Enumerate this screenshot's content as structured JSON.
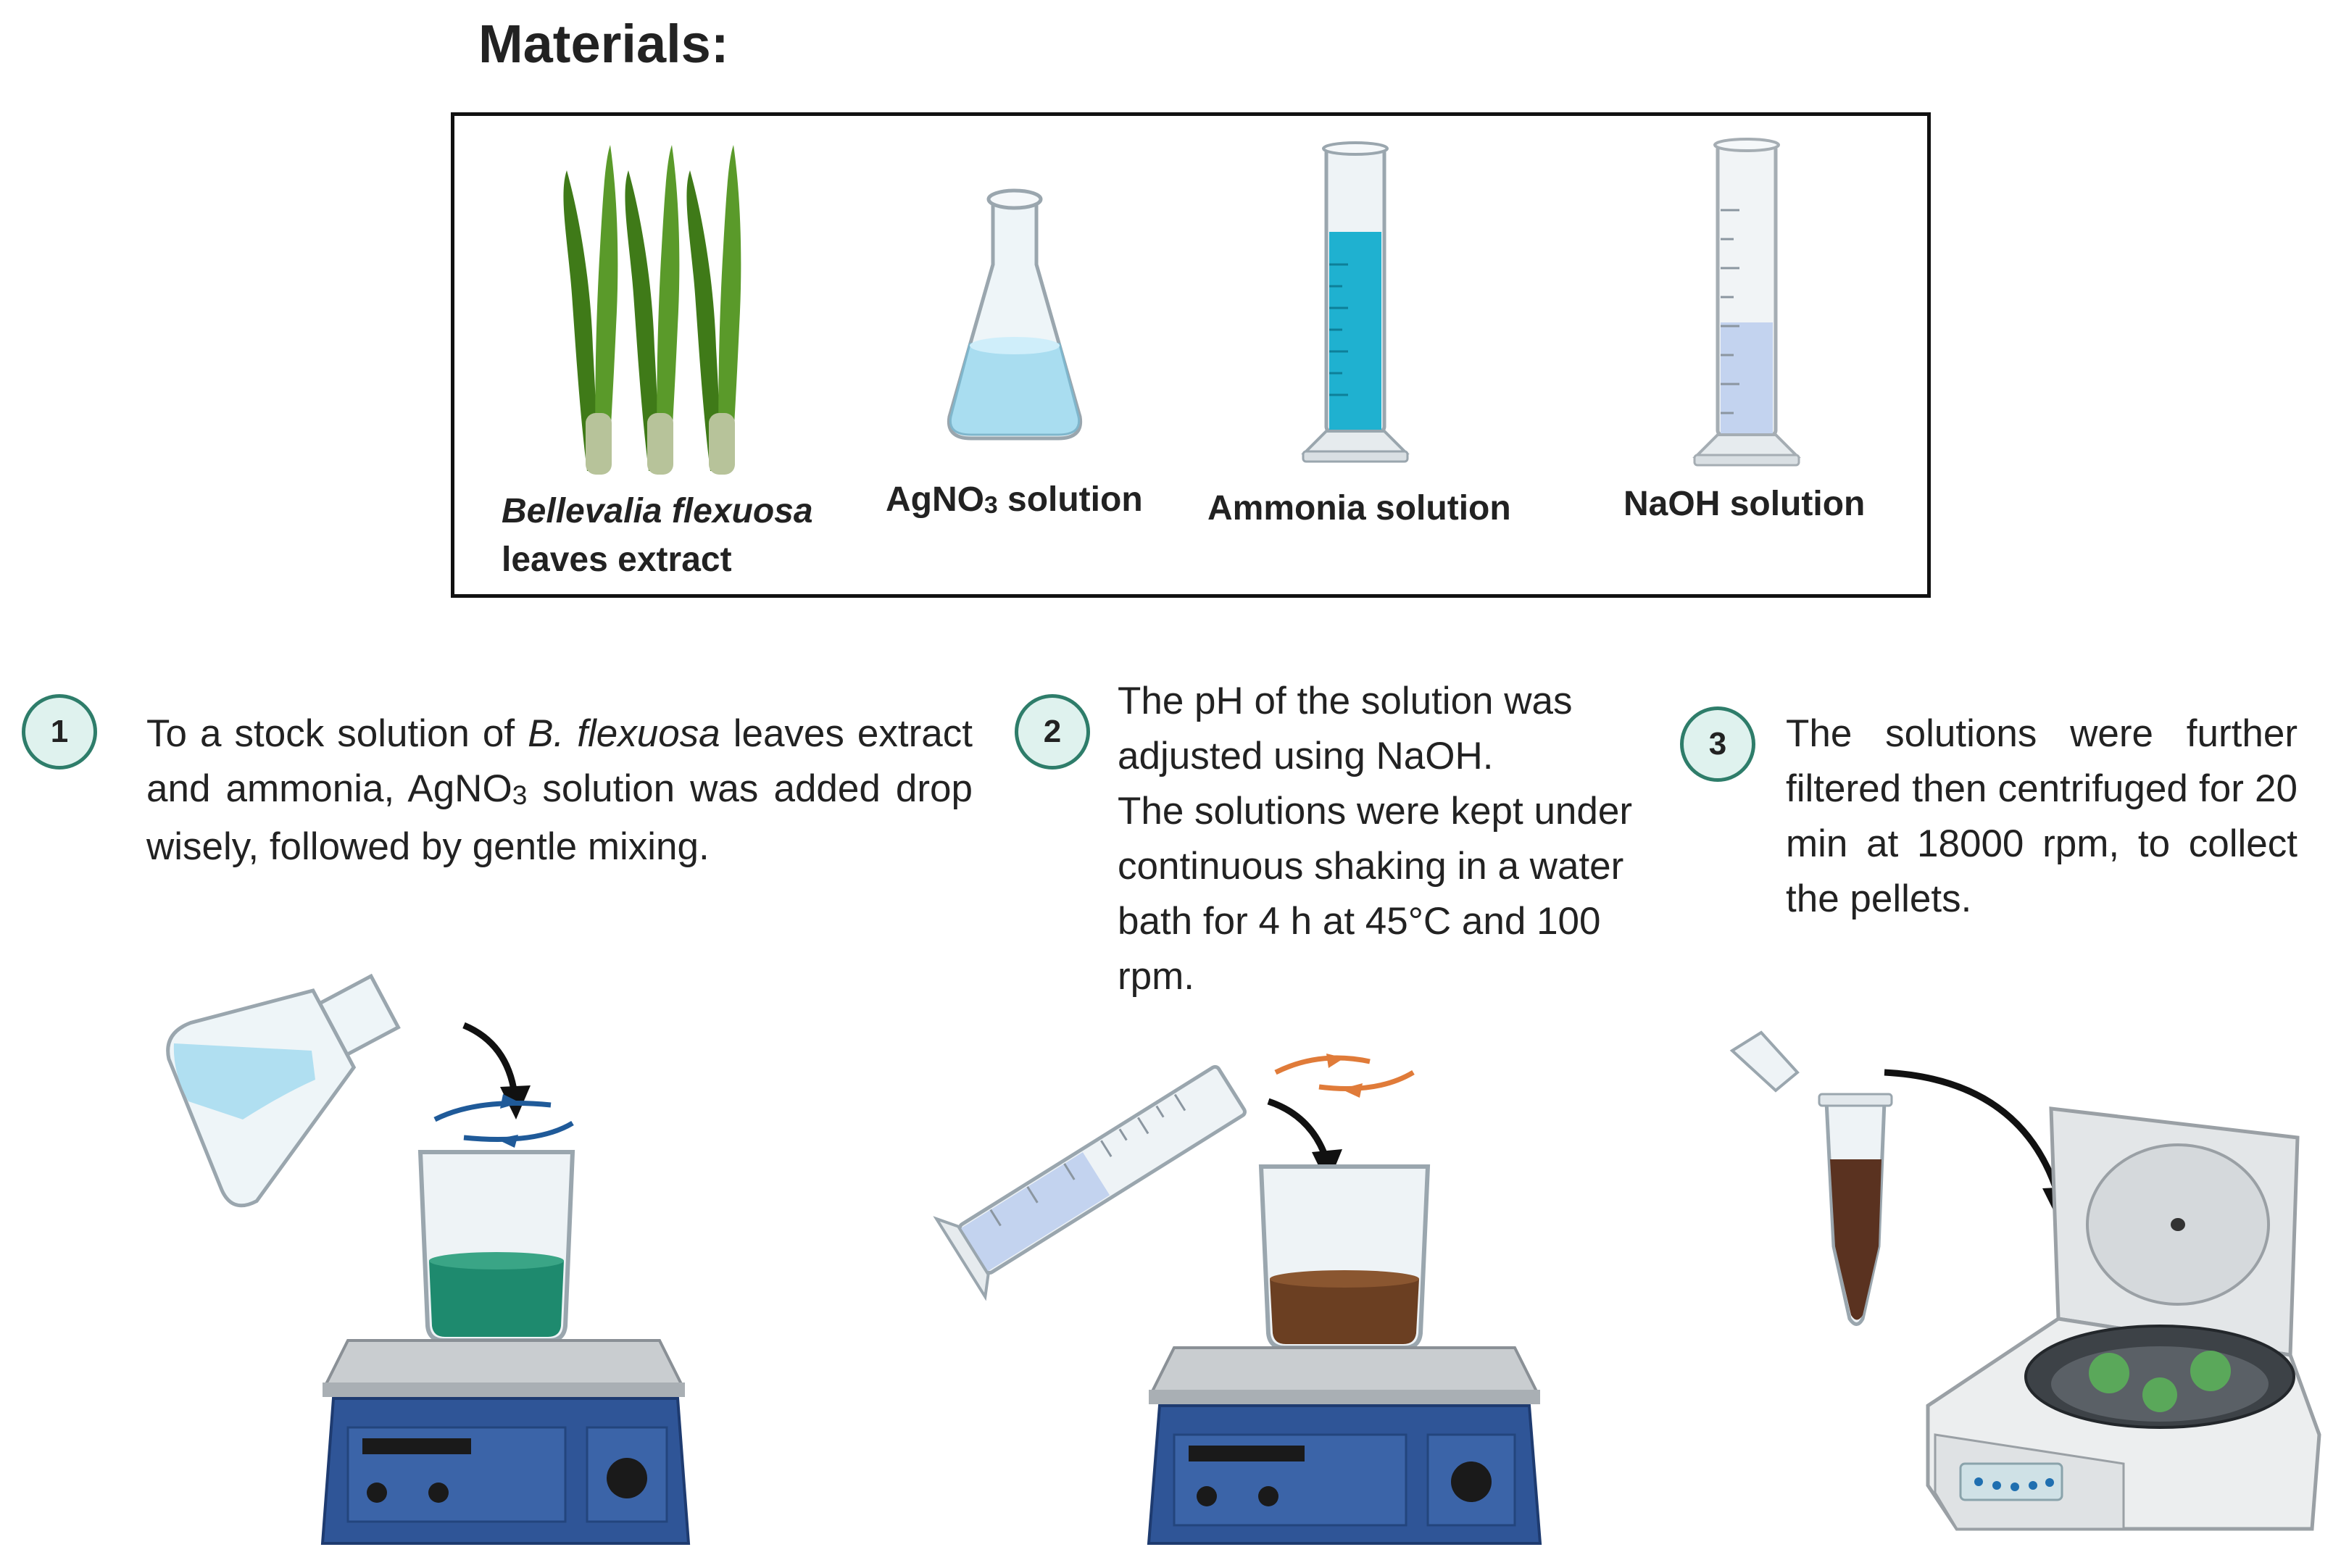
{
  "materials": {
    "title": "Materials:",
    "items": [
      {
        "name_italic": "Bellevalia flexuosa",
        "name_rest": "leaves extract"
      },
      {
        "formula_main": "AgNO",
        "formula_sub": "3",
        "suffix": " solution"
      },
      {
        "label": "Ammonia solution"
      },
      {
        "label": "NaOH solution"
      }
    ]
  },
  "steps": [
    {
      "number": "1",
      "text_a": "To a stock solution of ",
      "text_italic": "B. flexuosa",
      "text_b": " leaves extract and ammonia, AgNO",
      "text_sub": "3",
      "text_c": " solution was added drop wisely, followed by gentle mixing."
    },
    {
      "number": "2",
      "para1": "The pH of the solution was adjusted using NaOH.",
      "para2": "The solutions were kept under continuous shaking in a water bath for 4 h at 45°C and 100 rpm."
    },
    {
      "number": "3",
      "text": "The solutions were further filtered then centrifuged for 20 min at 18000 rpm, to collect the pellets."
    }
  ],
  "colors": {
    "leaf": "#4a8a1e",
    "silver_nitrate": "#a9ddf0",
    "ammonia": "#1fb1d0",
    "naoh": "#c3d3ef",
    "green_mix": "#1e8a6e",
    "brown_mix": "#6b3f22",
    "stirrer_blue": "#2f5597",
    "arrow_blue": "#1f5a99",
    "arrow_orange": "#e07b39",
    "step_circle_border": "#2e7d6a"
  }
}
